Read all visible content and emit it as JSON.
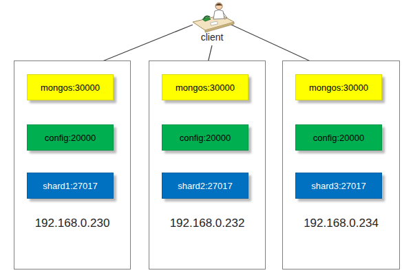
{
  "diagram": {
    "nodes": [
      {
        "text": [
          "client"
        ]
      },
      {
        "text": [
          "192.168.0.230"
        ]
      },
      {
        "text": [
          "mongos:30000"
        ],
        "in": 1
      },
      {
        "text": [
          "config:20000"
        ],
        "in": 1
      },
      {
        "text": [
          "shard1:27017"
        ],
        "in": 1
      },
      {
        "text": [
          "192.168.0.232"
        ]
      },
      {
        "text": [
          "mongos:30000"
        ],
        "in": 5
      },
      {
        "text": [
          "config:20000"
        ],
        "in": 5
      },
      {
        "text": [
          "shard2:27017"
        ],
        "in": 5
      },
      {
        "text": [
          "192.168.0.234"
        ]
      },
      {
        "text": [
          "mongos:30000"
        ],
        "in": 9
      },
      {
        "text": [
          "config:20000"
        ],
        "in": 9
      },
      {
        "text": [
          "shard3:27017"
        ],
        "in": 9
      }
    ],
    "edges": [
      {
        "from": 0,
        "to": 2,
        "arrow": "to"
      },
      {
        "from": 0,
        "to": 6,
        "arrow": "to"
      },
      {
        "from": 0,
        "to": 10,
        "arrow": "to"
      }
    ]
  }
}
